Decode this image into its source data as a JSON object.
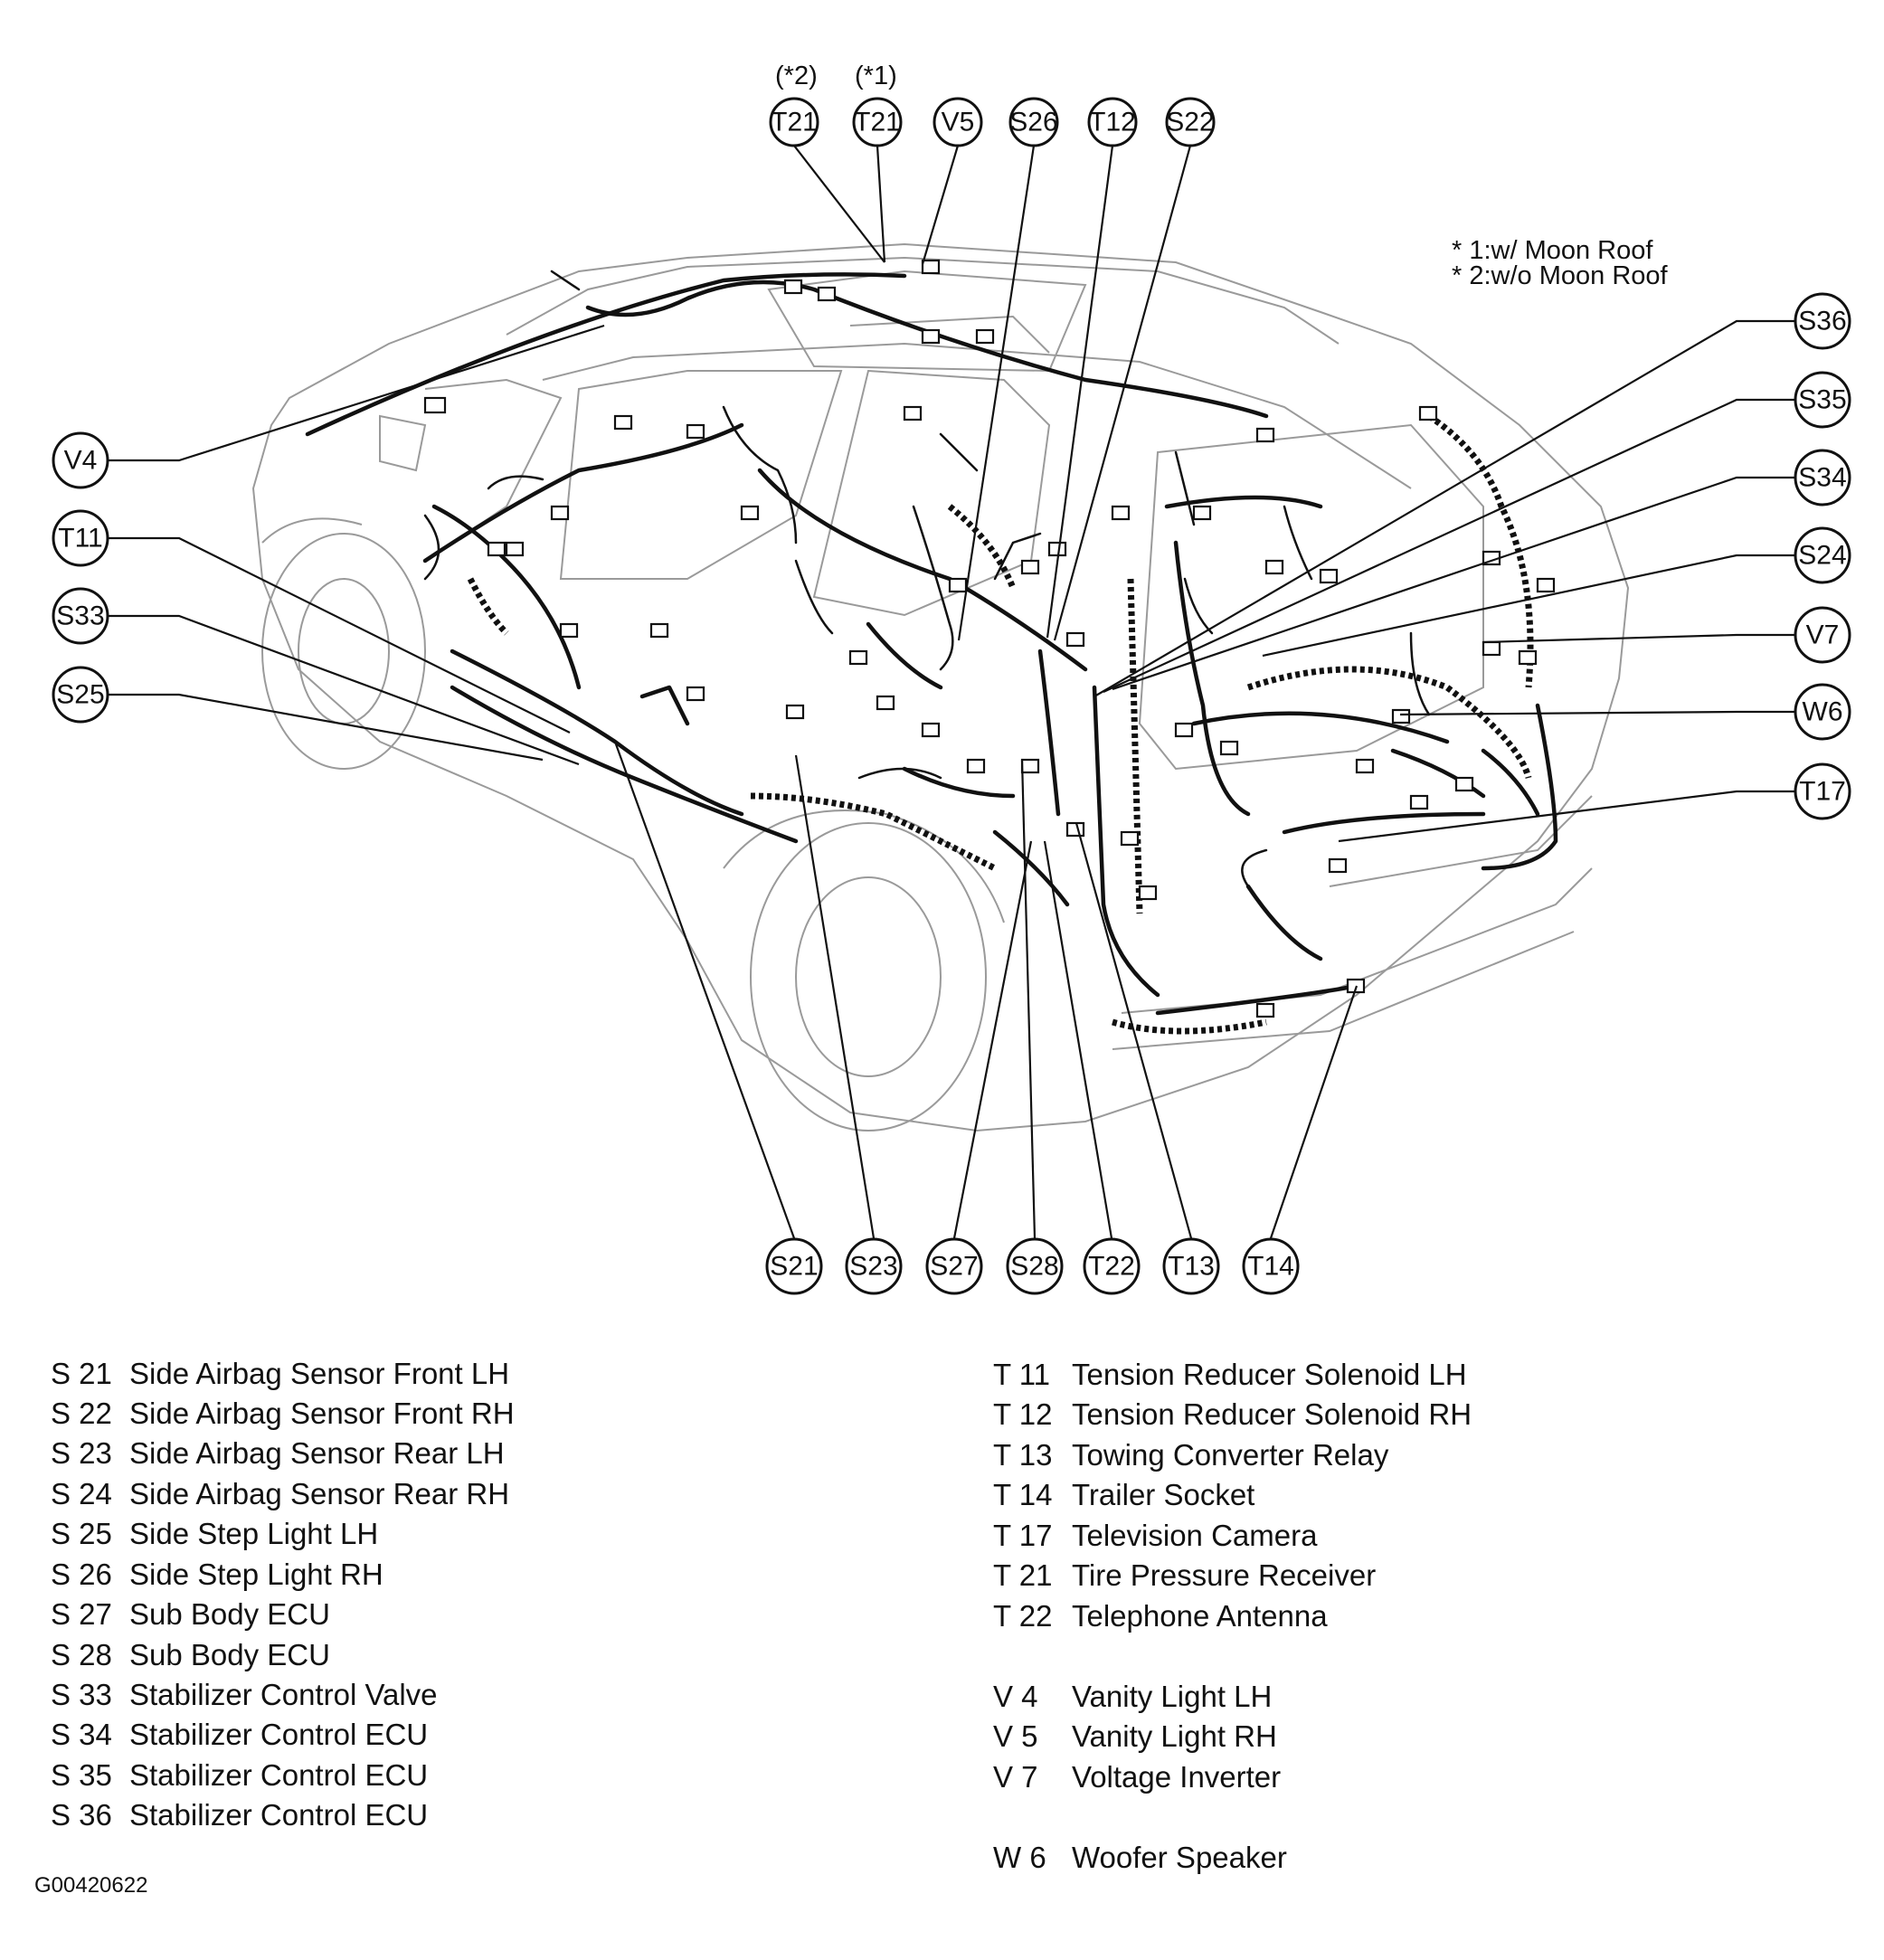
{
  "notes": {
    "moon_roof_1": "* 1:w/ Moon Roof",
    "moon_roof_2": "* 2:w/o Moon Roof",
    "t21_variant_2": "(*2)",
    "t21_variant_1": "(*1)"
  },
  "callouts": {
    "t21_a": "T21",
    "t21_b": "T21",
    "v5": "V5",
    "s26": "S26",
    "t12": "T12",
    "s22": "S22",
    "v4": "V4",
    "t11": "T11",
    "s33": "S33",
    "s25": "S25",
    "s36": "S36",
    "s35": "S35",
    "s34": "S34",
    "s24": "S24",
    "v7": "V7",
    "w6": "W6",
    "t17": "T17",
    "s21": "S21",
    "s23": "S23",
    "s27": "S27",
    "s28": "S28",
    "t22": "T22",
    "t13": "T13",
    "t14": "T14"
  },
  "legend_left": [
    {
      "code": "S 21",
      "desc": "Side Airbag Sensor Front LH"
    },
    {
      "code": "S 22",
      "desc": "Side Airbag Sensor Front RH"
    },
    {
      "code": "S 23",
      "desc": "Side Airbag Sensor Rear LH"
    },
    {
      "code": "S 24",
      "desc": "Side Airbag Sensor Rear RH"
    },
    {
      "code": "S 25",
      "desc": "Side Step Light LH"
    },
    {
      "code": "S 26",
      "desc": "Side Step Light RH"
    },
    {
      "code": "S 27",
      "desc": "Sub Body ECU"
    },
    {
      "code": "S 28",
      "desc": "Sub Body ECU"
    },
    {
      "code": "S 33",
      "desc": "Stabilizer Control Valve"
    },
    {
      "code": "S 34",
      "desc": "Stabilizer Control ECU"
    },
    {
      "code": "S 35",
      "desc": "Stabilizer Control ECU"
    },
    {
      "code": "S 36",
      "desc": "Stabilizer Control ECU"
    }
  ],
  "legend_right": [
    {
      "code": "T 11",
      "desc": "Tension Reducer Solenoid LH"
    },
    {
      "code": "T 12",
      "desc": "Tension Reducer Solenoid RH"
    },
    {
      "code": "T 13",
      "desc": "Towing Converter Relay"
    },
    {
      "code": "T 14",
      "desc": "Trailer Socket"
    },
    {
      "code": "T 17",
      "desc": "Television Camera"
    },
    {
      "code": "T 21",
      "desc": "Tire Pressure  Receiver"
    },
    {
      "code": "T 22",
      "desc": "Telephone Antenna"
    },
    {
      "code": "V   4",
      "desc": "Vanity Light LH"
    },
    {
      "code": "V   5",
      "desc": "Vanity Light RH"
    },
    {
      "code": "V   7",
      "desc": "Voltage Inverter"
    },
    {
      "code": "W 6",
      "desc": "Woofer Speaker"
    }
  ],
  "reference_code": "G00420622"
}
